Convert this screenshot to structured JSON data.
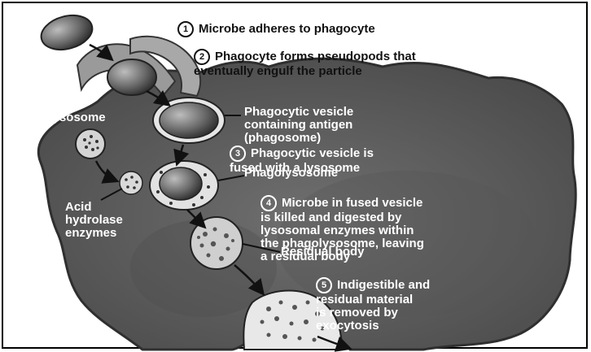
{
  "steps": [
    {
      "num": "1",
      "text": "Microbe adheres to phagocyte"
    },
    {
      "num": "2",
      "text": "Phagocyte forms pseudopods that\neventually engulf the particle"
    },
    {
      "num": "3",
      "text": "Phagocytic vesicle is\nfused with a lysosome"
    },
    {
      "num": "4",
      "text": "Microbe in fused vesicle\nis killed and digested by\nlysosomal enzymes within\nthe phagolysosome, leaving\na residual body"
    },
    {
      "num": "5",
      "text": "Indigestible and\nresidual material\nis removed by\nexocytosis"
    }
  ],
  "labels": {
    "phagosome": "Phagocytic vesicle\ncontaining antigen\n(phagosome)",
    "lysosome": "Lysosome",
    "phagolysosome": "Phagolysosome",
    "acid_hydrolase": "Acid\nhydrolase\nenzymes",
    "residual_body": "Residual body"
  },
  "colors": {
    "cell": "#5e5e5e",
    "cell_edge": "#3a3a3a",
    "microbe": "#7a7a7a",
    "vesicle": "#cfcfcf"
  }
}
